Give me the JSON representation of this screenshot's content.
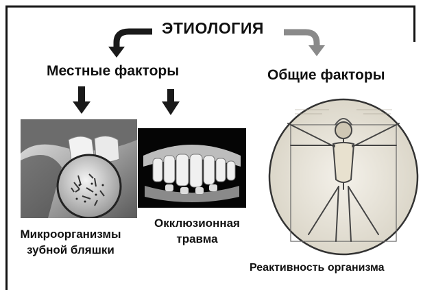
{
  "title": "ЭТИОЛОГИЯ",
  "left_branch": {
    "heading": "Местные факторы",
    "items": [
      {
        "caption": "Микроорганизмы зубной бляшки",
        "image_icon": "dental-plaque-microorganisms-photo"
      },
      {
        "caption": "Окклюзионная травма",
        "image_icon": "occlusal-trauma-teeth-photo"
      }
    ]
  },
  "right_branch": {
    "heading": "Общие факторы",
    "caption": "Реактивность организма",
    "image_icon": "vitruvian-man-drawing"
  },
  "colors": {
    "left_arrow": "#1a1a1a",
    "right_arrow": "#8a8a8a",
    "frame": "#111111"
  }
}
